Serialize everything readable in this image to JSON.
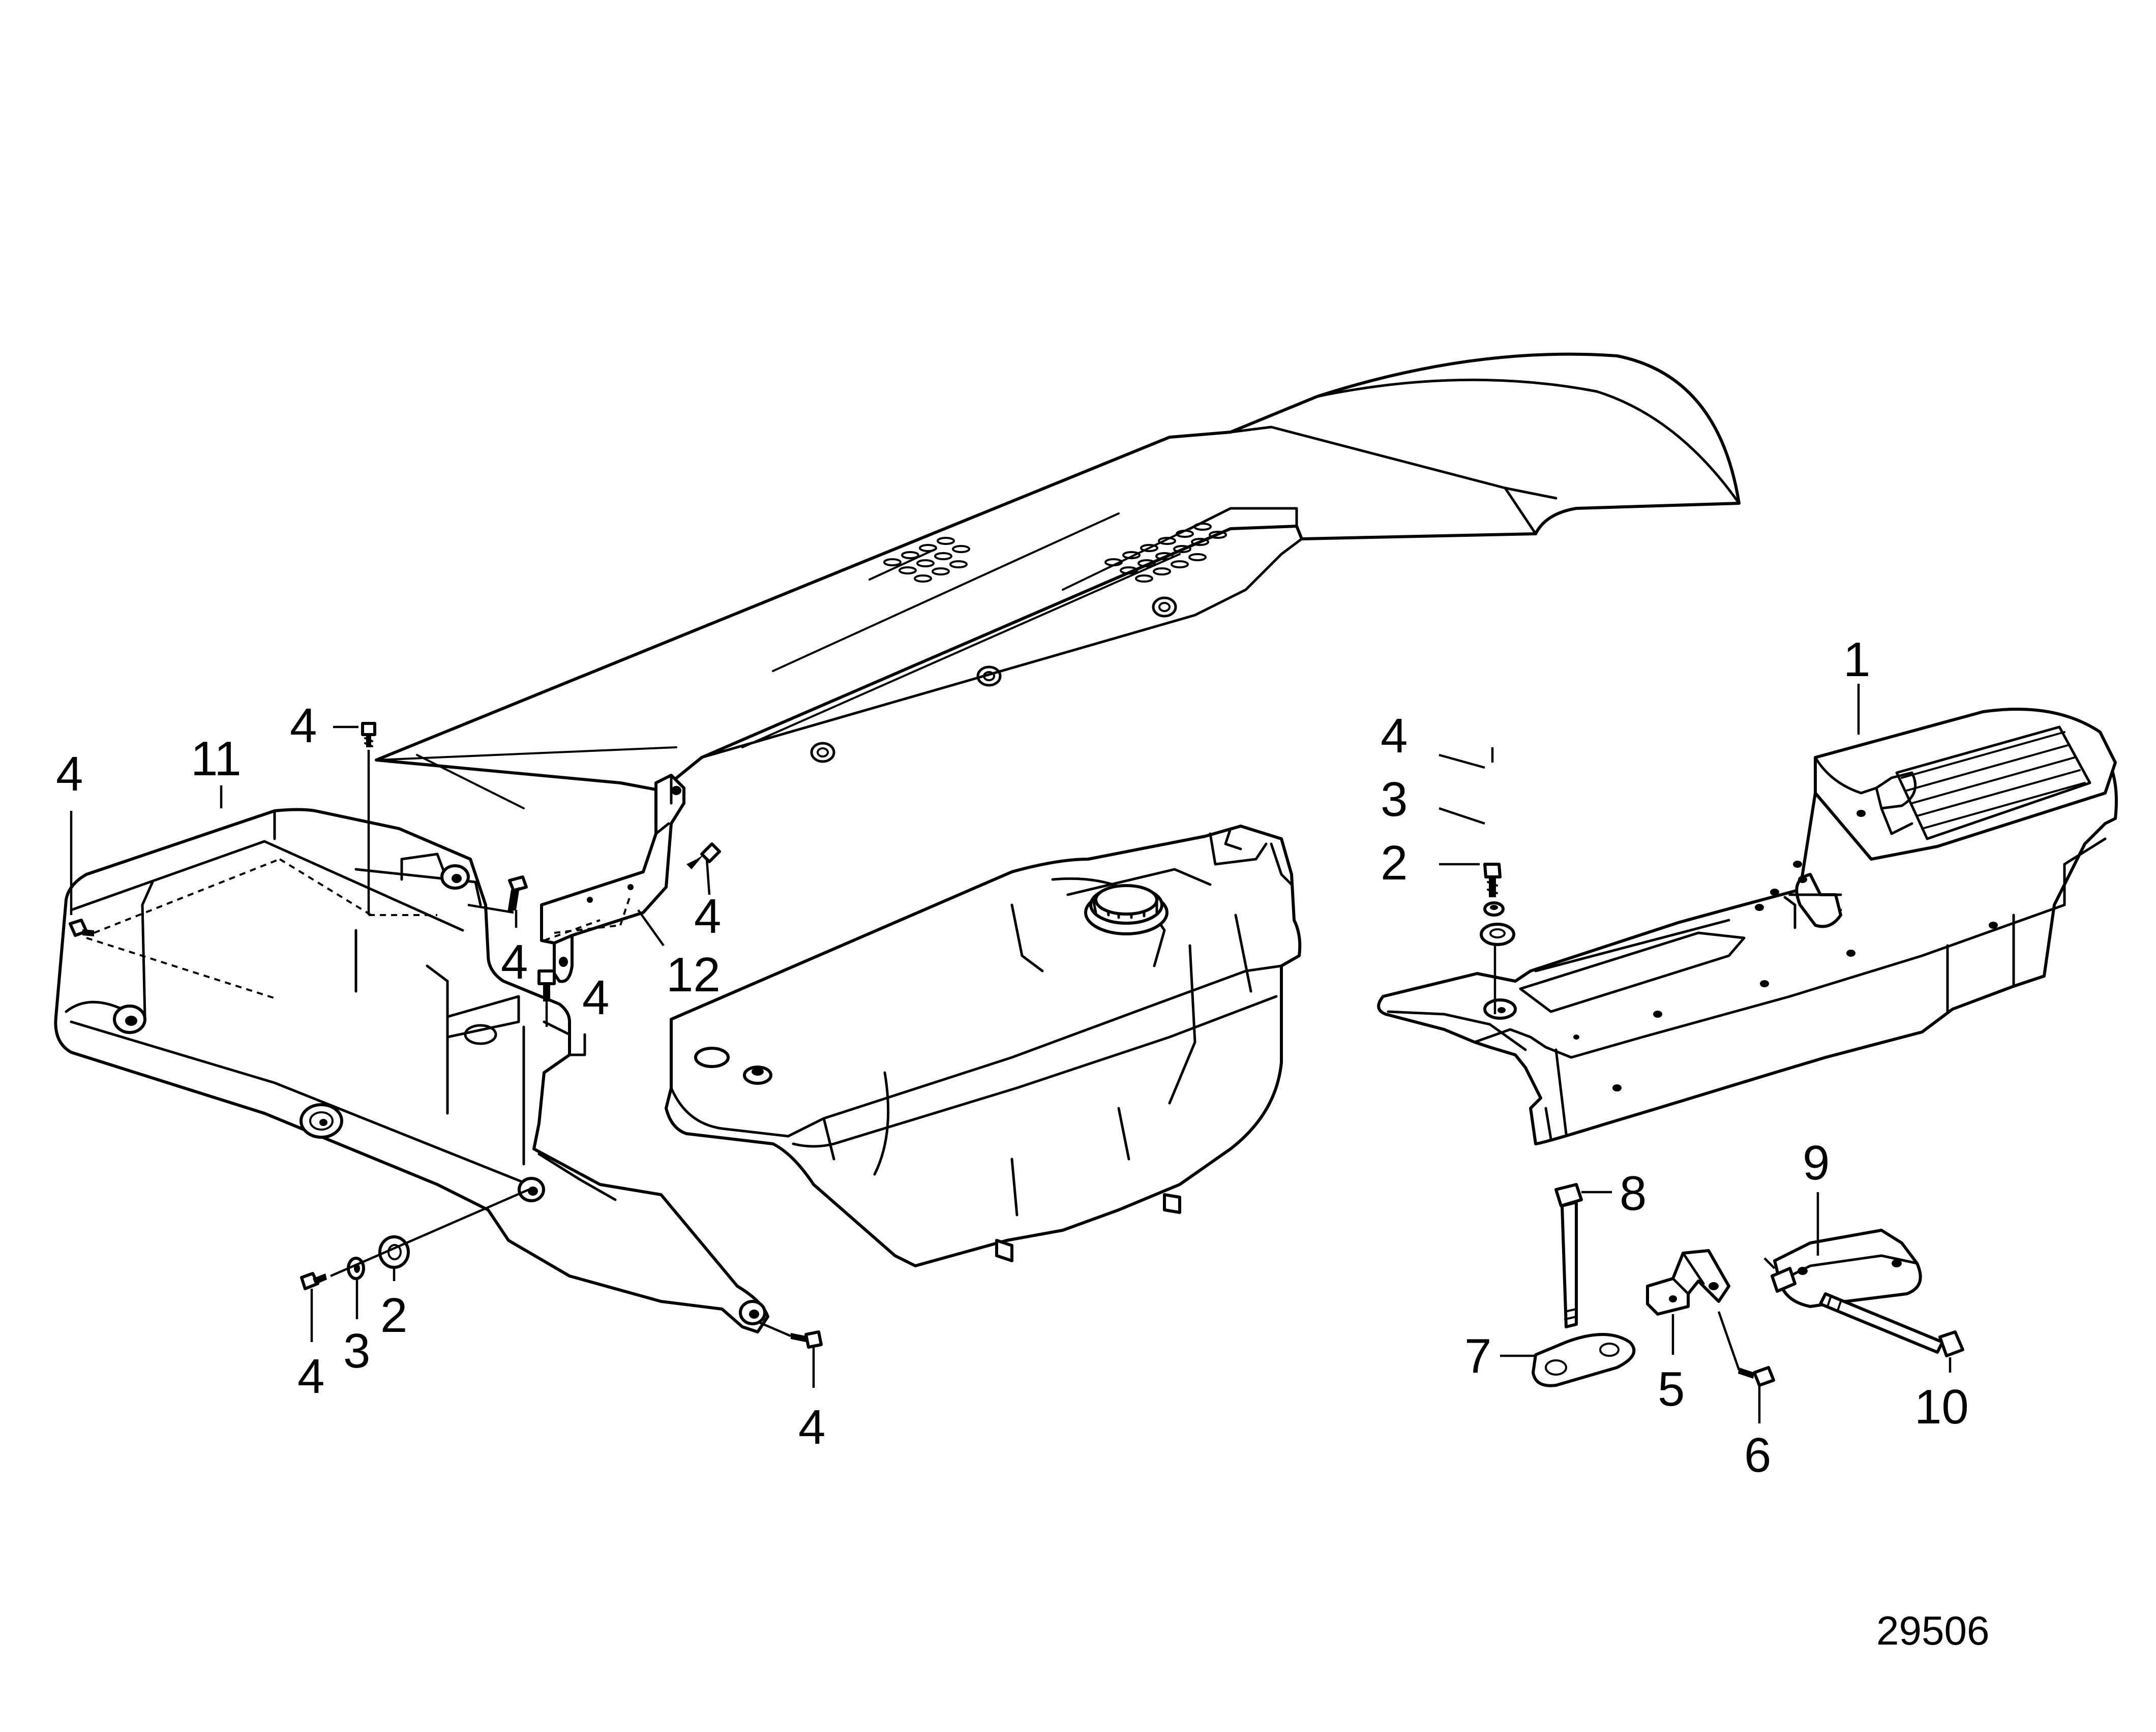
{
  "figure": {
    "id_label": "29506"
  },
  "callouts": {
    "c1": "1",
    "c2a": "2",
    "c2b": "2",
    "c3a": "3",
    "c3b": "3",
    "c4a": "4",
    "c4b": "4",
    "c4c": "4",
    "c4d": "4",
    "c4e": "4",
    "c4f": "4",
    "c4g": "4",
    "c4h": "4",
    "c5": "5",
    "c6": "6",
    "c7": "7",
    "c8": "8",
    "c9": "9",
    "c10": "10",
    "c11": "11",
    "c12": "12"
  }
}
